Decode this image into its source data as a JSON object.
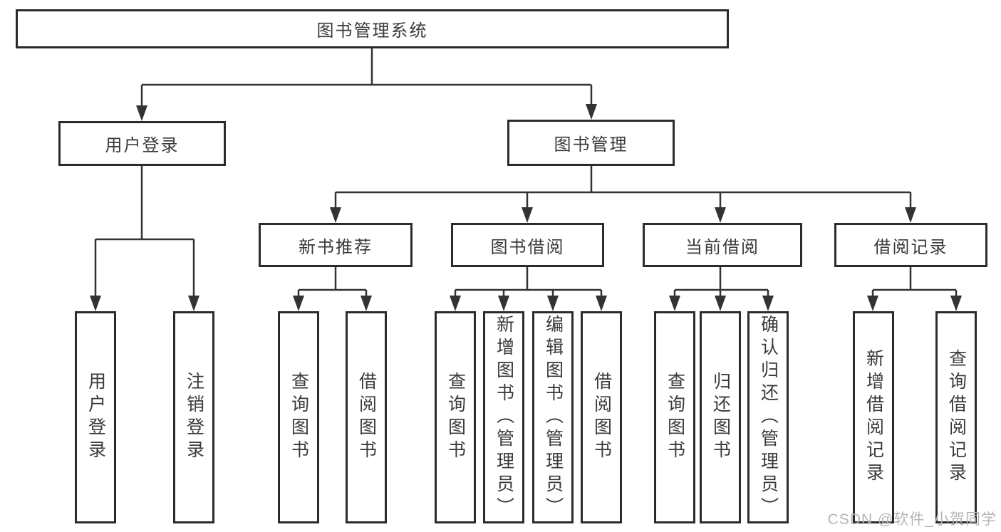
{
  "diagram": {
    "title": "图书管理系统",
    "root": {
      "label": "图书管理系统"
    },
    "level2": [
      {
        "label": "用户登录"
      },
      {
        "label": "图书管理"
      }
    ],
    "level3": [
      {
        "label": "新书推荐",
        "parent": "图书管理"
      },
      {
        "label": "图书借阅",
        "parent": "图书管理"
      },
      {
        "label": "当前借阅",
        "parent": "图书管理"
      },
      {
        "label": "借阅记录",
        "parent": "图书管理"
      }
    ],
    "leaves": [
      {
        "label": "用户登录",
        "parent": "用户登录"
      },
      {
        "label": "注销登录",
        "parent": "用户登录"
      },
      {
        "label": "查询图书",
        "parent": "新书推荐"
      },
      {
        "label": "借阅图书",
        "parent": "新书推荐"
      },
      {
        "label": "查询图书",
        "parent": "图书借阅"
      },
      {
        "label": "新增图书（管理员）",
        "parent": "图书借阅"
      },
      {
        "label": "编辑图书（管理员）",
        "parent": "图书借阅"
      },
      {
        "label": "借阅图书",
        "parent": "图书借阅"
      },
      {
        "label": "查询图书",
        "parent": "当前借阅"
      },
      {
        "label": "归还图书",
        "parent": "当前借阅"
      },
      {
        "label": "确认归还（管理员）",
        "parent": "当前借阅"
      },
      {
        "label": "新增借阅记录",
        "parent": "借阅记录"
      },
      {
        "label": "查询借阅记录",
        "parent": "借阅记录"
      }
    ]
  },
  "watermark": {
    "text": "CSDN @软件_小贺同学"
  },
  "colors": {
    "line": "#333333",
    "border": "#2b2b2b",
    "text": "#3a3a3a",
    "watermark": "#b5b5b5",
    "bg": "#ffffff"
  }
}
